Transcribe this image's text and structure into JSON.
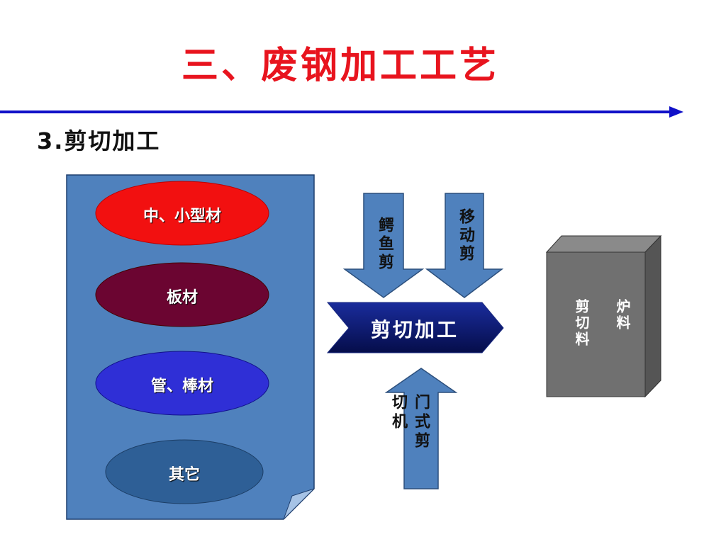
{
  "title": "三、废钢加工工艺",
  "subtitle": "3.剪切加工",
  "materials": [
    {
      "label": "中、小型材",
      "color": "#f21010"
    },
    {
      "label": "板材",
      "color": "#6b0531"
    },
    {
      "label": "管、棒材",
      "color": "#2f2fd6"
    },
    {
      "label": "其它",
      "color": "#2e5f96"
    }
  ],
  "process": {
    "label": "剪切加工",
    "color": "#0c1a78"
  },
  "inputs": {
    "top_left": "鳄鱼剪",
    "top_right": "移动剪",
    "bottom": "门式剪切机"
  },
  "output": {
    "line1": "炉料",
    "line2": "剪切料",
    "color": "#707070"
  },
  "colors": {
    "title": "#e8141e",
    "rule": "#1010c8",
    "panel": "#4f81bd",
    "arrow": "#4f81bd"
  }
}
